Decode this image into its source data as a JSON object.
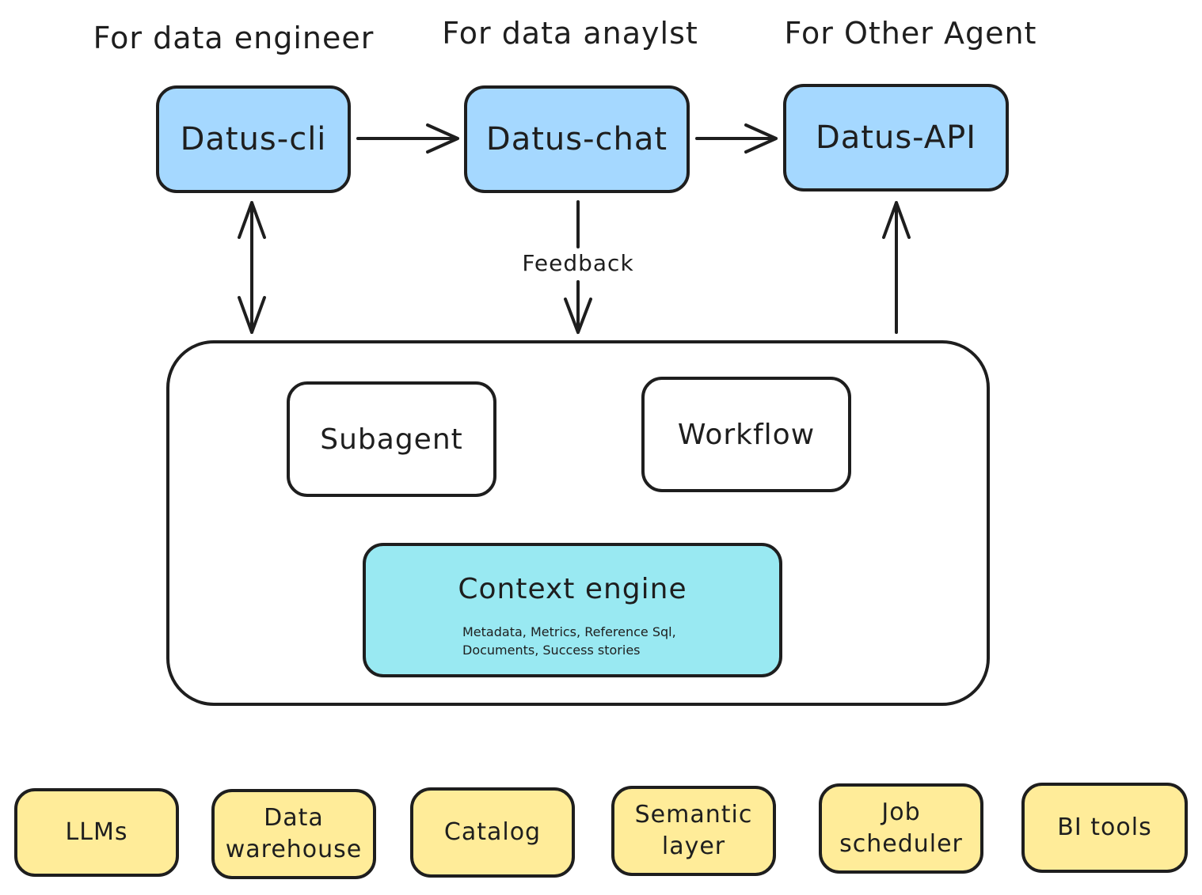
{
  "headings": {
    "engineer": "For data engineer",
    "analyst": "For data anaylst",
    "agent": "For Other Agent"
  },
  "nodes": {
    "cli": "Datus-cli",
    "chat": "Datus-chat",
    "api": "Datus-API",
    "subagent": "Subagent",
    "workflow": "Workflow",
    "context_engine": {
      "title": "Context engine",
      "detail_line1": "Metadata, Metrics, Reference Sql,",
      "detail_line2": "Documents, Success stories"
    }
  },
  "edge_labels": {
    "feedback": "Feedback"
  },
  "sources": [
    {
      "line1": "LLMs",
      "line2": ""
    },
    {
      "line1": "Data",
      "line2": "warehouse"
    },
    {
      "line1": "Catalog",
      "line2": ""
    },
    {
      "line1": "Semantic",
      "line2": "layer"
    },
    {
      "line1": "Job",
      "line2": "scheduler"
    },
    {
      "line1": "BI tools",
      "line2": ""
    }
  ],
  "colors": {
    "client_box": "#a5d8ff",
    "context_engine": "#99e9f2",
    "source_box": "#ffec99",
    "stroke": "#1e1e1e"
  }
}
